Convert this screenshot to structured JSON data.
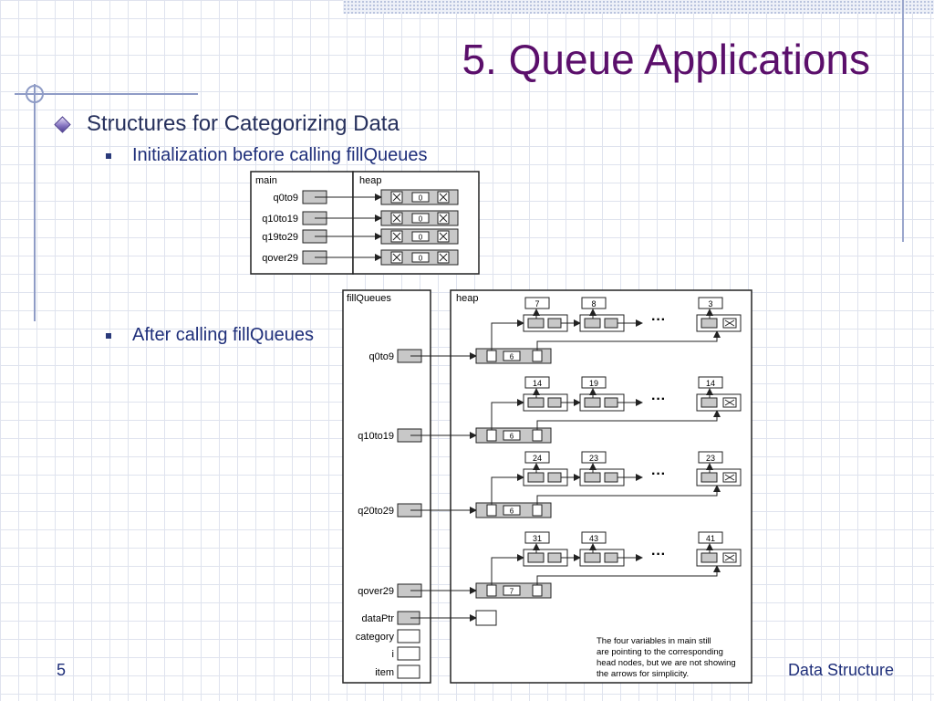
{
  "title": "5. Queue Applications",
  "bullets": {
    "main": "Structures for Categorizing Data",
    "sub1": "Initialization before calling fillQueues",
    "sub2": "After calling fillQueues"
  },
  "footer": {
    "slide_number": "5",
    "course": "Data Structure"
  },
  "figure_init": {
    "main_label": "main",
    "heap_label": "heap",
    "variables": [
      "q0to9",
      "q10to19",
      "q19to29",
      "qover29"
    ],
    "counts": [
      "0",
      "0",
      "0",
      "0"
    ]
  },
  "figure_after": {
    "frame_label": "fillQueues",
    "heap_label": "heap",
    "queues": [
      {
        "name": "q0to9",
        "count": "6",
        "first": "7",
        "second": "8",
        "last": "3"
      },
      {
        "name": "q10to19",
        "count": "6",
        "first": "14",
        "second": "19",
        "last": "14"
      },
      {
        "name": "q20to29",
        "count": "6",
        "first": "24",
        "second": "23",
        "last": "23"
      },
      {
        "name": "qover29",
        "count": "7",
        "first": "31",
        "second": "43",
        "last": "41"
      }
    ],
    "ellipsis": "···",
    "extra_vars": [
      "dataPtr",
      "category",
      "i",
      "item"
    ],
    "note": [
      "The four variables in main still",
      "are pointing to the corresponding",
      "head nodes, but we are not showing",
      "the arrows for simplicity."
    ]
  },
  "colors": {
    "title": "#5b0f6b",
    "text": "#1f2f7a",
    "cell_fill": "#c8c8c8"
  }
}
